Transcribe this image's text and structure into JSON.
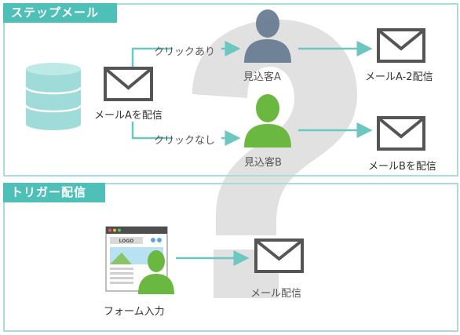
{
  "sections": {
    "step": {
      "title": "ステップメール"
    },
    "trigger": {
      "title": "トリガー配信"
    }
  },
  "step_flow": {
    "start_mail": "メールAを配信",
    "branch_yes": "クリックあり",
    "branch_no": "クリックなし",
    "prospect_a": "見込客A",
    "prospect_b": "見込客B",
    "mail_a2": "メールA-2配信",
    "mail_b": "メールBを配信"
  },
  "trigger_flow": {
    "form_input": "フォーム入力",
    "mail_send": "メール配信",
    "logo_text": "LOGO"
  },
  "colors": {
    "accent_teal": "#4fc0b8",
    "border_teal": "#a8ddd9",
    "arrow": "#6cc7c0",
    "database": "#9fdcd9",
    "prospect_a": "#6b7f93",
    "prospect_b": "#6ab83f",
    "envelope_stroke": "#555555",
    "question_mark": "#c9c9c9"
  }
}
